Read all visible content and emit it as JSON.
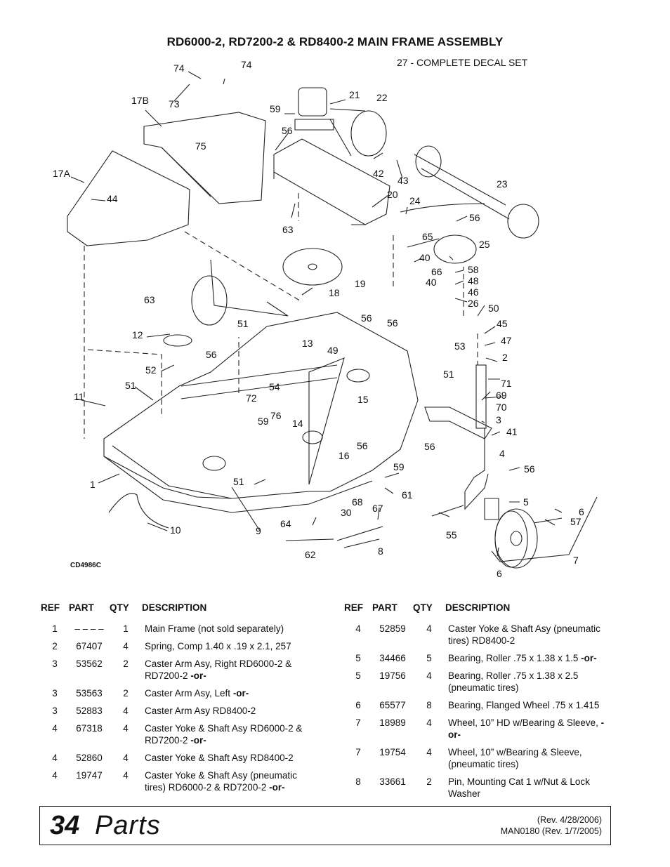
{
  "header": {
    "title": "RD6000-2, RD7200-2 & RD8400-2  MAIN FRAME ASSEMBLY",
    "decal_note": "27 - COMPLETE DECAL SET"
  },
  "figure": {
    "code": "CD4986C",
    "callouts": [
      "74",
      "74",
      "73",
      "17B",
      "17A",
      "44",
      "75",
      "59",
      "56",
      "21",
      "22",
      "42",
      "43",
      "23",
      "20",
      "24",
      "56",
      "63",
      "65",
      "25",
      "40",
      "66",
      "58",
      "40",
      "48",
      "46",
      "26",
      "19",
      "18",
      "63",
      "12",
      "52",
      "51",
      "56",
      "56",
      "50",
      "45",
      "47",
      "2",
      "53",
      "51",
      "13",
      "49",
      "11",
      "51",
      "54",
      "72",
      "76",
      "59",
      "14",
      "15",
      "71",
      "69",
      "70",
      "3",
      "41",
      "16",
      "56",
      "56",
      "4",
      "56",
      "59",
      "61",
      "1",
      "51",
      "9",
      "5",
      "6",
      "57",
      "68",
      "67",
      "30",
      "64",
      "10",
      "62",
      "8",
      "55",
      "7",
      "6"
    ]
  },
  "table_headers": {
    "ref": "REF",
    "part": "PART",
    "qty": "QTY",
    "desc": "DESCRIPTION"
  },
  "parts_left": [
    {
      "ref": "1",
      "part": "– – – –",
      "qty": "1",
      "desc": "Main Frame (not sold separately)",
      "suffix": ""
    },
    {
      "ref": "2",
      "part": "67407",
      "qty": "4",
      "desc": "Spring, Comp 1.40 x .19 x 2.1, 257",
      "suffix": ""
    },
    {
      "ref": "3",
      "part": "53562",
      "qty": "2",
      "desc": "Caster Arm Asy, Right RD6000-2 & RD7200-2",
      "suffix": "-or-"
    },
    {
      "ref": "3",
      "part": "53563",
      "qty": "2",
      "desc": "Caster Arm Asy, Left",
      "suffix": "-or-"
    },
    {
      "ref": "3",
      "part": "52883",
      "qty": "4",
      "desc": "Caster Arm Asy RD8400-2",
      "suffix": ""
    },
    {
      "ref": "4",
      "part": "67318",
      "qty": "4",
      "desc": "Caster Yoke & Shaft Asy RD6000-2 & RD7200-2",
      "suffix": "-or-"
    },
    {
      "ref": "4",
      "part": "52860",
      "qty": "4",
      "desc": "Caster Yoke & Shaft Asy RD8400-2",
      "suffix": ""
    },
    {
      "ref": "4",
      "part": "19747",
      "qty": "4",
      "desc": "Caster Yoke & Shaft Asy (pneumatic tires) RD6000-2 & RD7200-2",
      "suffix": "-or-"
    }
  ],
  "parts_right": [
    {
      "ref": "4",
      "part": "52859",
      "qty": "4",
      "desc": "Caster Yoke & Shaft Asy (pneumatic tires) RD8400-2",
      "suffix": ""
    },
    {
      "ref": "5",
      "part": "34466",
      "qty": "5",
      "desc": "Bearing, Roller .75 x 1.38 x 1.5",
      "suffix": "-or-"
    },
    {
      "ref": "5",
      "part": "19756",
      "qty": "4",
      "desc": "Bearing, Roller .75 x 1.38 x 2.5 (pneumatic tires)",
      "suffix": ""
    },
    {
      "ref": "6",
      "part": "65577",
      "qty": "8",
      "desc": "Bearing, Flanged Wheel .75 x 1.415",
      "suffix": ""
    },
    {
      "ref": "7",
      "part": "18989",
      "qty": "4",
      "desc": "Wheel, 10”  HD w/Bearing & Sleeve,",
      "suffix": "-or-"
    },
    {
      "ref": "7",
      "part": "19754",
      "qty": "4",
      "desc": "Wheel, 10”  w/Bearing & Sleeve, (pneumatic tires)",
      "suffix": ""
    },
    {
      "ref": "8",
      "part": "33661",
      "qty": "2",
      "desc": "Pin, Mounting Cat 1 w/Nut & Lock Washer",
      "suffix": ""
    }
  ],
  "footer": {
    "page_number": "34",
    "section": "Parts",
    "rev_line1": "(Rev. 4/28/2006)",
    "rev_line2": "MAN0180 (Rev. 1/7/2005)"
  }
}
